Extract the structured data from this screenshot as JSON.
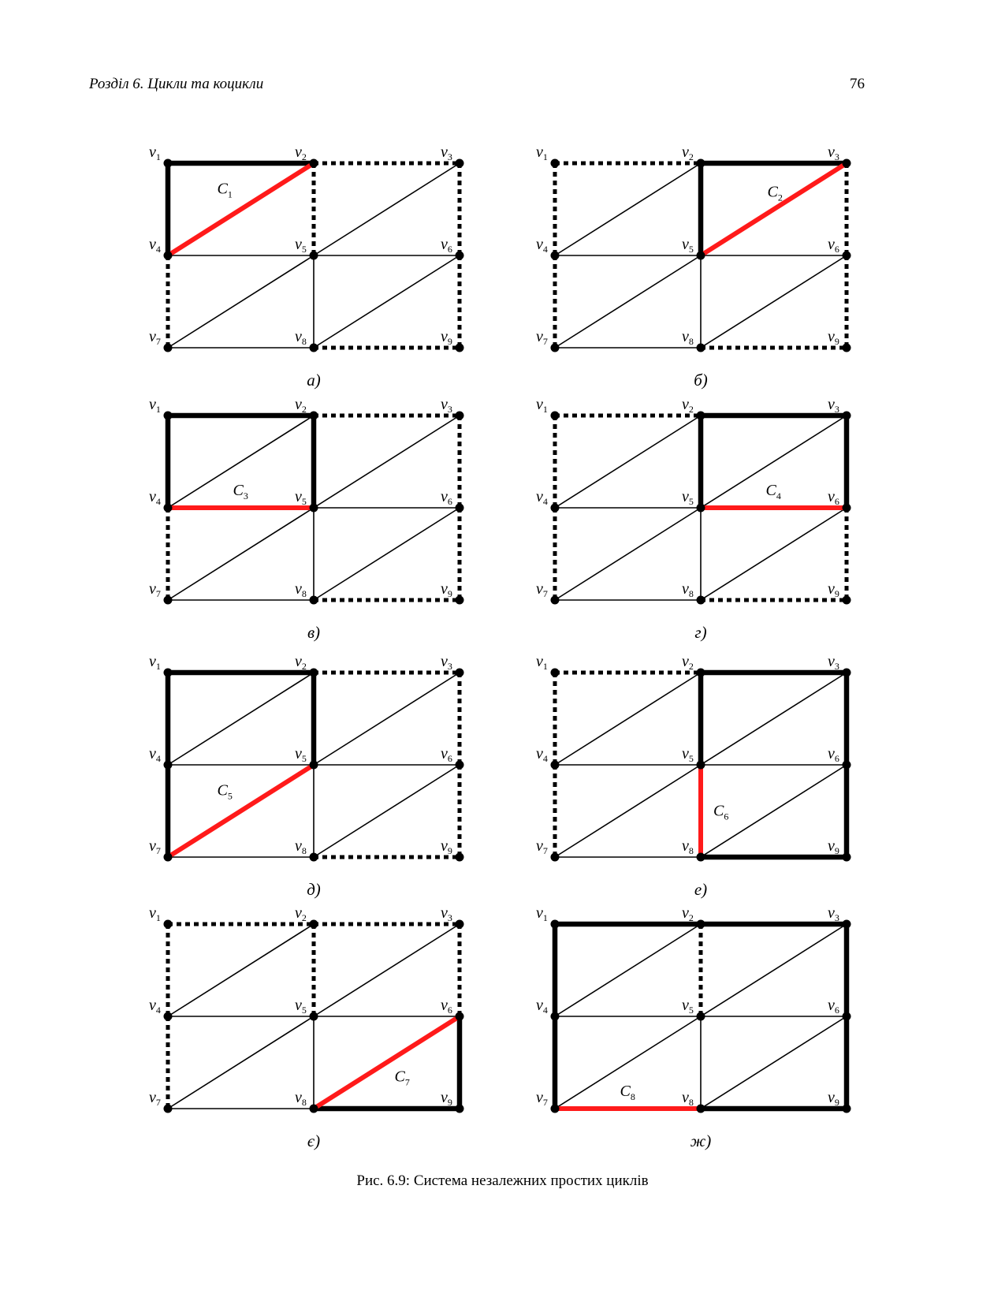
{
  "header": {
    "chapter": "Розділ 6. Цикли та коцикли",
    "page_number": "76"
  },
  "figure": {
    "caption": "Рис. 6.9: Система незалежних простих циклів",
    "vertex_labels": [
      {
        "letter": "v",
        "sub": "1"
      },
      {
        "letter": "v",
        "sub": "2"
      },
      {
        "letter": "v",
        "sub": "3"
      },
      {
        "letter": "v",
        "sub": "4"
      },
      {
        "letter": "v",
        "sub": "5"
      },
      {
        "letter": "v",
        "sub": "6"
      },
      {
        "letter": "v",
        "sub": "7"
      },
      {
        "letter": "v",
        "sub": "8"
      },
      {
        "letter": "v",
        "sub": "9"
      }
    ],
    "edges": [
      [
        1,
        2
      ],
      [
        2,
        3
      ],
      [
        4,
        5
      ],
      [
        5,
        6
      ],
      [
        7,
        8
      ],
      [
        8,
        9
      ],
      [
        1,
        4
      ],
      [
        4,
        7
      ],
      [
        2,
        5
      ],
      [
        5,
        8
      ],
      [
        3,
        6
      ],
      [
        6,
        9
      ],
      [
        4,
        2
      ],
      [
        5,
        3
      ],
      [
        7,
        5
      ],
      [
        8,
        6
      ]
    ],
    "colors": {
      "tree": "#000000",
      "chord": "#ff1a1a",
      "other": "#000000"
    },
    "panels": [
      {
        "label": "а)",
        "cycle": {
          "letter": "C",
          "sub": "1"
        },
        "chord": [
          4,
          2
        ],
        "tree": [
          [
            1,
            2
          ],
          [
            1,
            4
          ]
        ],
        "dashed": [
          [
            2,
            3
          ],
          [
            2,
            5
          ],
          [
            3,
            6
          ],
          [
            4,
            7
          ],
          [
            6,
            9
          ],
          [
            8,
            9
          ]
        ]
      },
      {
        "label": "б)",
        "cycle": {
          "letter": "C",
          "sub": "2"
        },
        "chord": [
          5,
          3
        ],
        "tree": [
          [
            2,
            3
          ],
          [
            2,
            5
          ]
        ],
        "dashed": [
          [
            1,
            2
          ],
          [
            1,
            4
          ],
          [
            4,
            7
          ],
          [
            3,
            6
          ],
          [
            6,
            9
          ],
          [
            8,
            9
          ]
        ]
      },
      {
        "label": "в)",
        "cycle": {
          "letter": "C",
          "sub": "3"
        },
        "chord": [
          4,
          5
        ],
        "tree": [
          [
            1,
            2
          ],
          [
            1,
            4
          ],
          [
            2,
            5
          ]
        ],
        "dashed": [
          [
            2,
            3
          ],
          [
            3,
            6
          ],
          [
            4,
            7
          ],
          [
            6,
            9
          ],
          [
            8,
            9
          ]
        ]
      },
      {
        "label": "г)",
        "cycle": {
          "letter": "C",
          "sub": "4"
        },
        "chord": [
          5,
          6
        ],
        "tree": [
          [
            2,
            3
          ],
          [
            2,
            5
          ],
          [
            3,
            6
          ]
        ],
        "dashed": [
          [
            1,
            2
          ],
          [
            1,
            4
          ],
          [
            4,
            7
          ],
          [
            6,
            9
          ],
          [
            8,
            9
          ]
        ]
      },
      {
        "label": "д)",
        "cycle": {
          "letter": "C",
          "sub": "5"
        },
        "chord": [
          7,
          5
        ],
        "tree": [
          [
            1,
            2
          ],
          [
            1,
            4
          ],
          [
            4,
            7
          ],
          [
            2,
            5
          ]
        ],
        "dashed": [
          [
            2,
            3
          ],
          [
            3,
            6
          ],
          [
            6,
            9
          ],
          [
            8,
            9
          ]
        ]
      },
      {
        "label": "е)",
        "cycle": {
          "letter": "C",
          "sub": "6"
        },
        "chord": [
          5,
          8
        ],
        "tree": [
          [
            2,
            3
          ],
          [
            2,
            5
          ],
          [
            3,
            6
          ],
          [
            6,
            9
          ],
          [
            8,
            9
          ]
        ],
        "dashed": [
          [
            1,
            2
          ],
          [
            1,
            4
          ],
          [
            4,
            7
          ]
        ]
      },
      {
        "label": "є)",
        "cycle": {
          "letter": "C",
          "sub": "7"
        },
        "chord": [
          8,
          6
        ],
        "tree": [
          [
            6,
            9
          ],
          [
            8,
            9
          ]
        ],
        "dashed": [
          [
            1,
            2
          ],
          [
            2,
            3
          ],
          [
            1,
            4
          ],
          [
            2,
            5
          ],
          [
            3,
            6
          ],
          [
            4,
            7
          ]
        ]
      },
      {
        "label": "ж)",
        "cycle": {
          "letter": "C",
          "sub": "8"
        },
        "chord": [
          7,
          8
        ],
        "tree": [
          [
            1,
            2
          ],
          [
            2,
            3
          ],
          [
            1,
            4
          ],
          [
            4,
            7
          ],
          [
            3,
            6
          ],
          [
            6,
            9
          ],
          [
            8,
            9
          ]
        ],
        "dashed": [
          [
            2,
            5
          ]
        ]
      }
    ]
  }
}
